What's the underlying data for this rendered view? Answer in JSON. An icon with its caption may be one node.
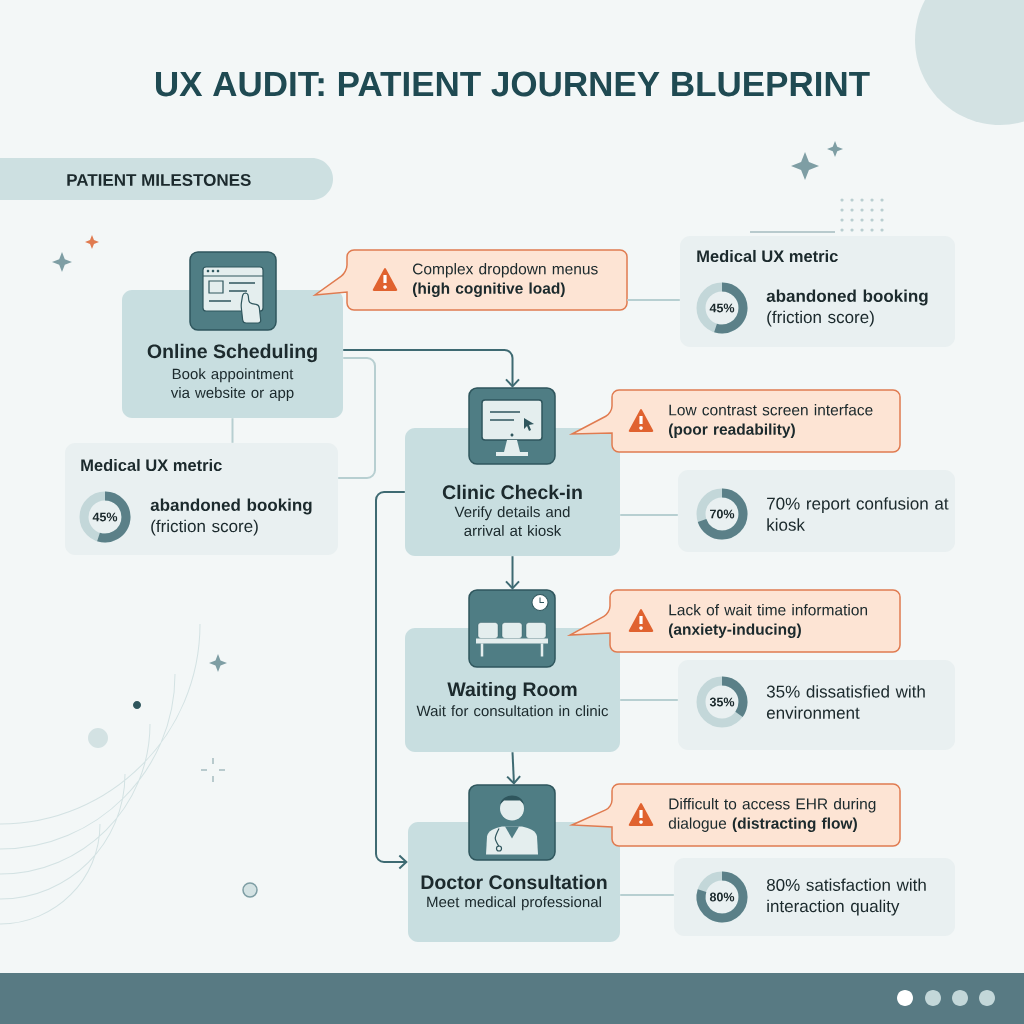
{
  "diagram": {
    "title": "UX AUDIT: PATIENT JOURNEY BLUEPRINT",
    "nodes": [
      {
        "text": [
          "PATIENT MILESTONES"
        ]
      },
      {
        "text": [
          "Online Scheduling",
          "Book appointment via website or app"
        ]
      },
      {
        "text": [
          "Complex dropdown menus **(high cognitive load)**"
        ]
      },
      {
        "text": [
          "Medical UX metric",
          "**abandoned booking** (friction score)"
        ]
      },
      {
        "text": [
          "45%"
        ],
        "in": 3
      },
      {
        "text": [
          "Medical UX metric",
          "**abandoned booking** (friction score)"
        ]
      },
      {
        "text": [
          "45%"
        ],
        "in": 5
      },
      {
        "text": [
          "Clinic Check-in",
          "Verify details and arrival at kiosk"
        ]
      },
      {
        "text": [
          "Low contrast screen interface **(poor readability)**"
        ]
      },
      {
        "text": [
          "70% report confusion at kiosk"
        ]
      },
      {
        "text": [
          "70%"
        ],
        "in": 9
      },
      {
        "text": [
          "Waiting Room",
          "Wait for consultation in clinic"
        ]
      },
      {
        "text": [
          "Lack of wait time information **(anxiety-inducing)**"
        ]
      },
      {
        "text": [
          "35% dissatisfied with environment"
        ]
      },
      {
        "text": [
          "35%"
        ],
        "in": 13
      },
      {
        "text": [
          "Doctor Consultation",
          "Meet medical professional"
        ]
      },
      {
        "text": [
          "Difficult to access EHR during dialogue **(distracting flow)**"
        ]
      },
      {
        "text": [
          "80% satisfaction with interaction quality"
        ]
      },
      {
        "text": [
          "80%"
        ],
        "in": 17
      }
    ],
    "edges": [
      {
        "from": 1,
        "to": 7,
        "arrow": "to",
        "color": "#3e6a72"
      },
      {
        "from": 7,
        "to": 11,
        "arrow": "to",
        "color": "#3e6a72"
      },
      {
        "from": 11,
        "to": 15,
        "arrow": "to",
        "color": "#3e6a72"
      },
      {
        "from": 7,
        "to": 15,
        "arrow": "to",
        "color": "#3e6a72"
      },
      {
        "from": 1,
        "to": 5,
        "arrow": "none"
      },
      {
        "from": 5,
        "to": 1,
        "arrow": "none"
      },
      {
        "from": 2,
        "to": 3,
        "arrow": "none"
      },
      {
        "from": 7,
        "to": 9,
        "arrow": "none"
      },
      {
        "from": 11,
        "to": 13,
        "arrow": "none"
      },
      {
        "from": 15,
        "to": 17,
        "arrow": "none"
      }
    ]
  }
}
